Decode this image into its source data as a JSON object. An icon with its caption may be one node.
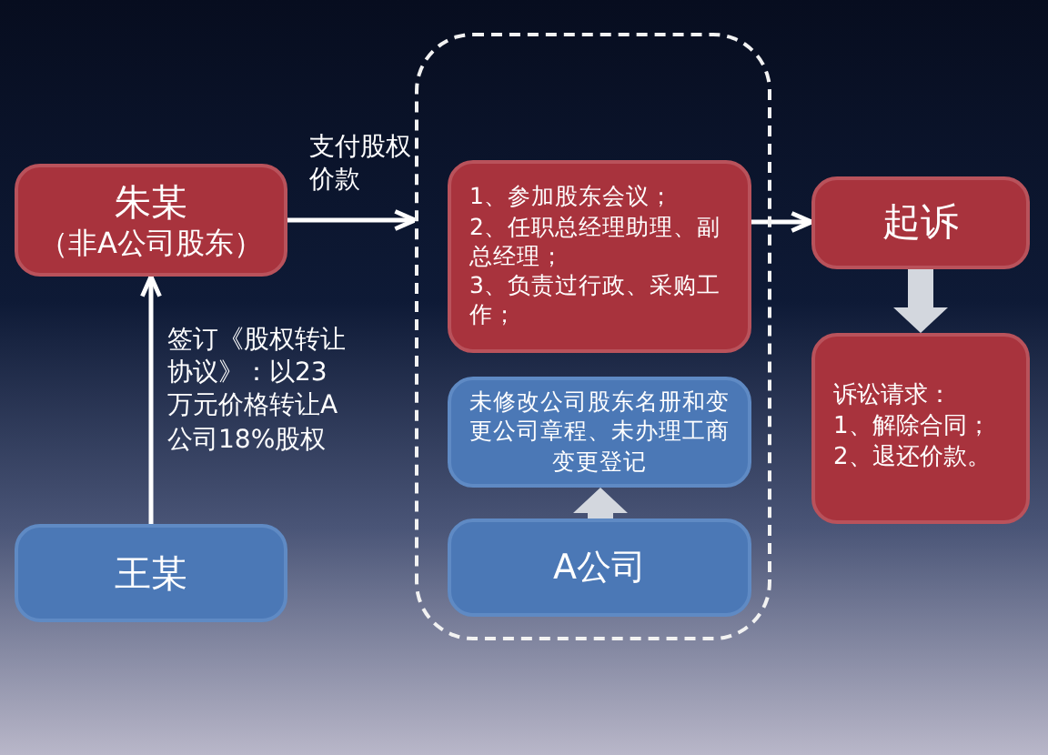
{
  "diagram": {
    "nodes": [
      {
        "text": [
          "朱某",
          "（非A公司股东）"
        ]
      },
      {
        "text": [
          "王某"
        ]
      },
      {
        "text": [],
        "shape": "box"
      },
      {
        "text": [
          "1、参加股东会议；",
          "2、任职总经理助理、副总经理；",
          "3、负责过行政、采购工作；"
        ],
        "in": 2
      },
      {
        "text": [
          "未修改公司股东名册和变更公司章程、未办理工商变更登记"
        ],
        "in": 2
      },
      {
        "text": [
          "A公司"
        ],
        "in": 2
      },
      {
        "text": [
          "起诉"
        ]
      },
      {
        "text": [
          "诉讼请求：",
          "1、解除合同；",
          "2、退还价款。"
        ]
      }
    ],
    "edges": [
      {
        "from": 1,
        "to": 0,
        "arrow": "to",
        "label": "签订《股权转让协议》：以23万元价格转让A公司18%股权"
      },
      {
        "from": 0,
        "to": 2,
        "arrow": "to",
        "label": "支付股权价款"
      },
      {
        "from": 3,
        "to": 6,
        "arrow": "to"
      },
      {
        "from": 6,
        "to": 7,
        "arrow": "to",
        "style": "thick",
        "color": "#d3d7de"
      },
      {
        "from": 5,
        "to": 4,
        "arrow": "to",
        "style": "thick",
        "color": "#d3d7de"
      }
    ]
  }
}
